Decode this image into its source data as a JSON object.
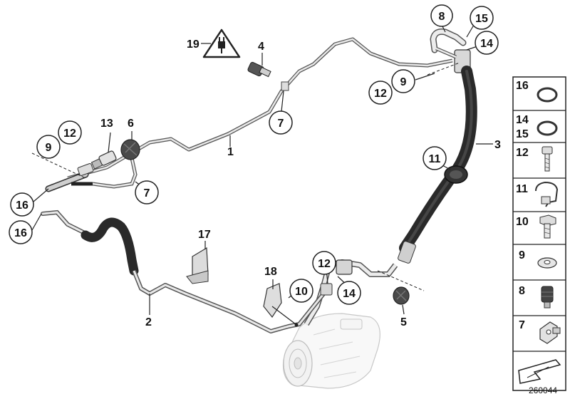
{
  "diagram_id": "260044",
  "callouts": {
    "c19": "19",
    "c4": "4",
    "c8": "8",
    "c15": "15",
    "c14a": "14",
    "c9a": "9",
    "c12a": "12",
    "c7a": "7",
    "c13": "13",
    "c6": "6",
    "c9b": "9",
    "c12b": "12",
    "c1": "1",
    "c3": "3",
    "c11": "11",
    "c7b": "7",
    "c16a": "16",
    "c16b": "16",
    "c17": "17",
    "c2": "2",
    "c18": "18",
    "c10": "10",
    "c12c": "12",
    "c14b": "14",
    "c5": "5"
  },
  "legend": [
    {
      "numbers": [
        "16"
      ],
      "icon": "o-ring-icon"
    },
    {
      "numbers": [
        "14",
        "15"
      ],
      "icon": "sealing-ring-icon"
    },
    {
      "numbers": [
        "12"
      ],
      "icon": "socket-head-bolt-icon"
    },
    {
      "numbers": [
        "11"
      ],
      "icon": "hose-clamp-icon"
    },
    {
      "numbers": [
        "10"
      ],
      "icon": "hex-bolt-icon"
    },
    {
      "numbers": [
        "9"
      ],
      "icon": "washer-icon"
    },
    {
      "numbers": [
        "8"
      ],
      "icon": "valve-cap-icon"
    },
    {
      "numbers": [
        "7"
      ],
      "icon": "bracket-clip-icon"
    },
    {
      "numbers": [],
      "icon": "arrow-symbol-icon"
    }
  ]
}
